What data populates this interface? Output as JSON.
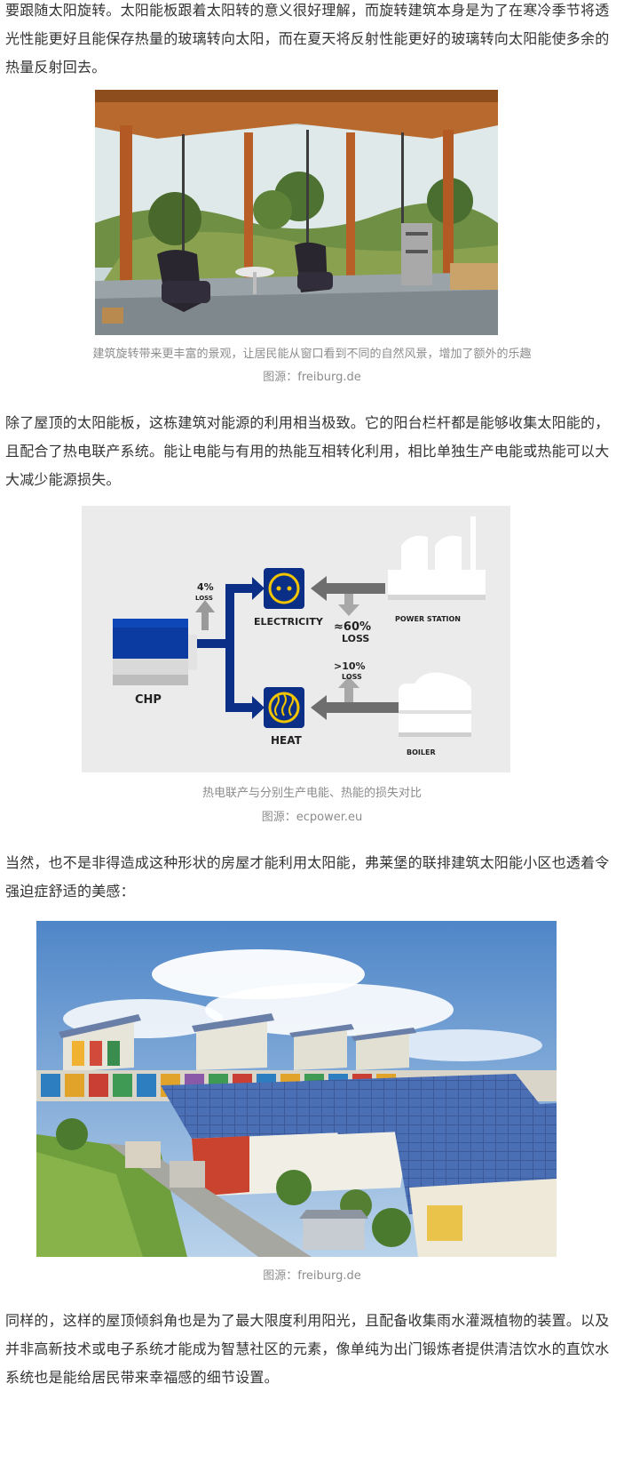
{
  "paragraphs": {
    "p1": "要跟随太阳旋转。太阳能板跟着太阳转的意义很好理解，而旋转建筑本身是为了在寒冷季节将透光性能更好且能保存热量的玻璃转向太阳，而在夏天将反射性能更好的玻璃转向太阳能使多余的热量反射回去。",
    "p2": "除了屋顶的太阳能板，这栋建筑对能源的利用相当极致。它的阳台栏杆都是能够收集太阳能的，且配合了热电联产系统。能让电能与有用的热能互相转化利用，相比单独生产电能或热能可以大大减少能源损失。",
    "p3": "当然，也不是非得造成这种形状的房屋才能利用太阳能，弗莱堡的联排建筑太阳能小区也透着令强迫症舒适的美感：",
    "p4": "同样的，这样的屋顶倾斜角也是为了最大限度利用阳光，且配备收集雨水灌溉植物的装置。以及并非高新技术或电子系统才能成为智慧社区的元素，像单纯为出门锻炼者提供清洁饮水的直饮水系统也是能给居民带来幸福感的细节设置。"
  },
  "figures": {
    "fig1": {
      "caption": "建筑旋转带来更丰富的景观，让居民能从窗口看到不同的自然风景，增加了额外的乐趣",
      "credit": "图源：freiburg.de"
    },
    "fig2": {
      "caption": "热电联产与分别生产电能、热能的损失对比",
      "credit": "图源：ecpower.eu",
      "diagram": {
        "chp": "CHP",
        "chp_loss_pct": "4%",
        "chp_loss_word": "LOSS",
        "electricity": "ELECTRICITY",
        "heat": "HEAT",
        "power_station": "POWER STATION",
        "boiler": "BOILER",
        "elec_loss_pct": "≈60%",
        "elec_loss_word": "LOSS",
        "heat_loss_pct": ">10%",
        "heat_loss_word": "LOSS",
        "colors": {
          "navy": "#0b2f86",
          "icon_ring": "#f2c500",
          "arrow_grey": "#6e6e6e",
          "background": "#ebebeb"
        }
      }
    },
    "fig3": {
      "credit": "图源：freiburg.de"
    }
  }
}
